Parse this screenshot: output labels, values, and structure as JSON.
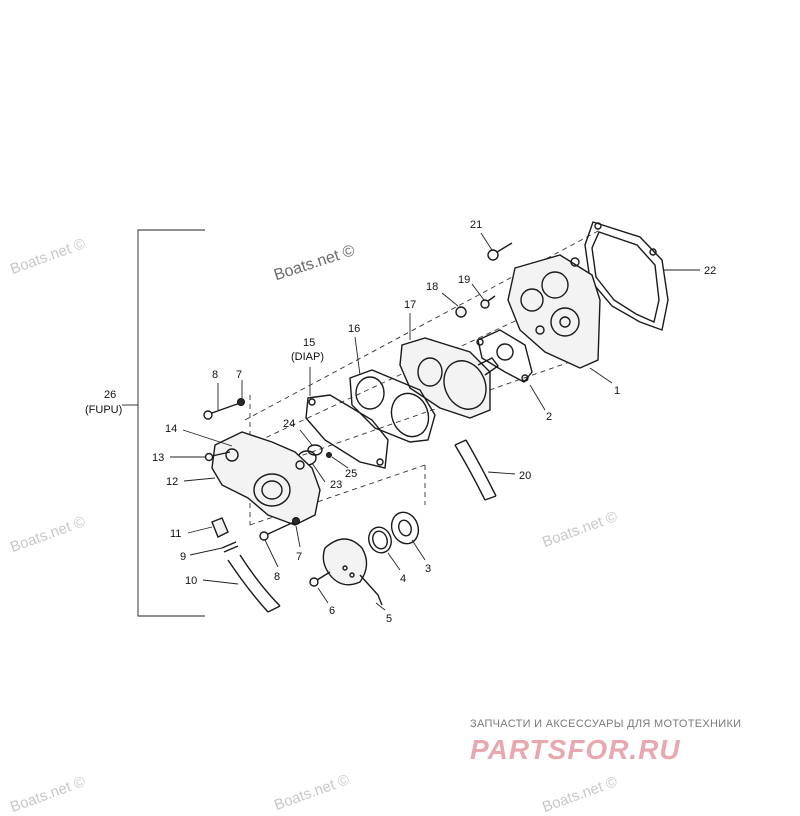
{
  "watermark_text": "Boats.net ©",
  "labels": {
    "p1": "1",
    "p2": "2",
    "p3": "3",
    "p4": "4",
    "p5": "5",
    "p6": "6",
    "p7a": "7",
    "p7b": "7",
    "p8a": "8",
    "p8b": "8",
    "p9": "9",
    "p10": "10",
    "p11": "11",
    "p12": "12",
    "p13": "13",
    "p14": "14",
    "p15": "15",
    "p15sub": "(DIAP)",
    "p16": "16",
    "p17": "17",
    "p18": "18",
    "p19": "19",
    "p20": "20",
    "p21": "21",
    "p22": "22",
    "p23": "23",
    "p24": "24",
    "p25": "25",
    "p26": "26",
    "p26sub": "(FUPU)"
  },
  "footer": {
    "caption": "ЗАПЧАСТИ И АКСЕССУАРЫ ДЛЯ МОТОТЕХНИКИ",
    "logo": "PARTSFOR.RU"
  },
  "colors": {
    "line": "#1a1a1a",
    "watermark": "#c8c8c8",
    "logo": "#e8a8b0"
  }
}
